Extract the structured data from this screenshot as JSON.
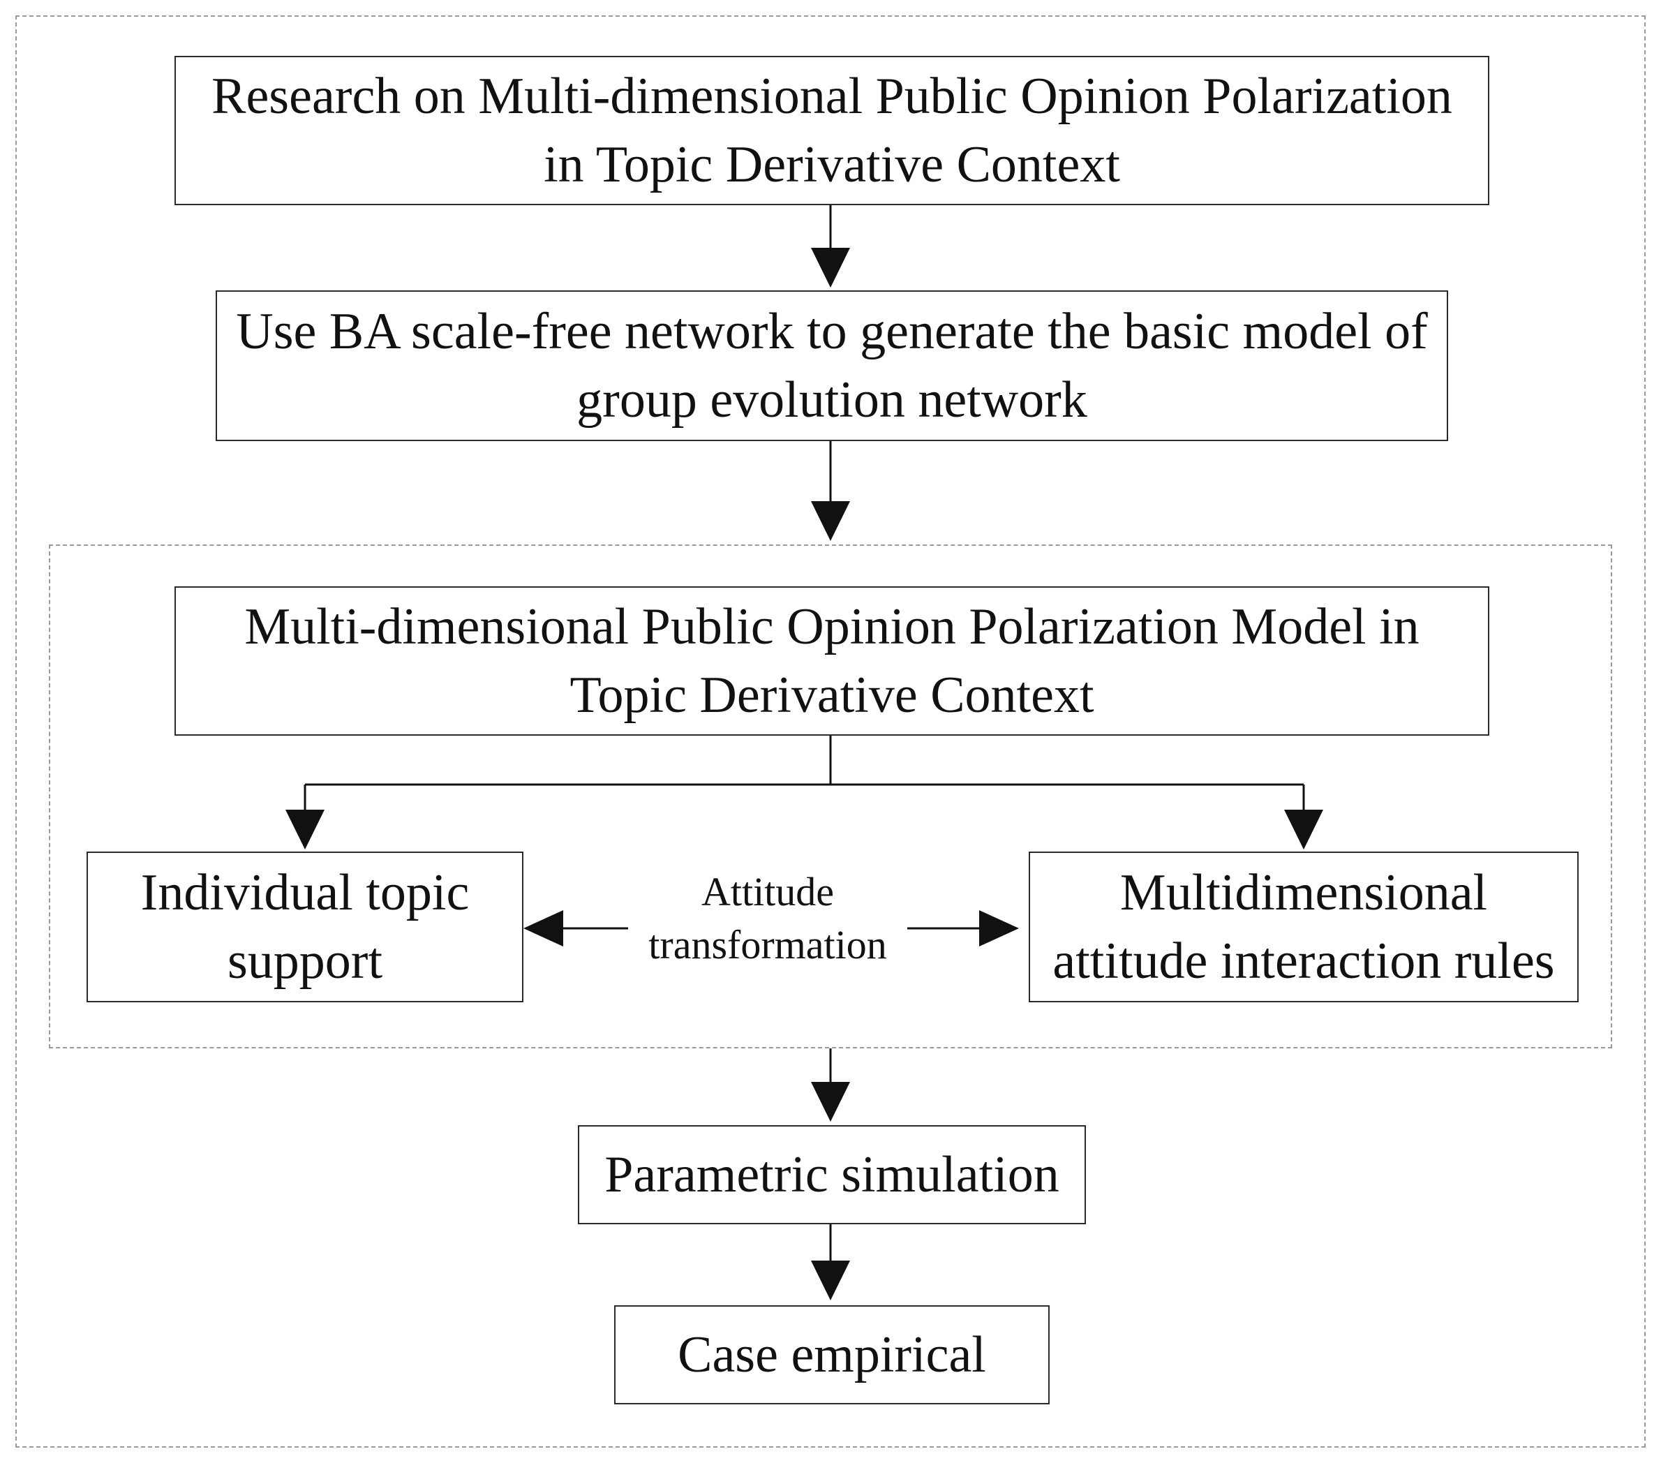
{
  "nodes": {
    "research": "Research on Multi-dimensional Public Opinion Polarization in Topic Derivative Context",
    "ba_network": "Use BA scale-free network to generate the basic model of group evolution network",
    "polarization_model": "Multi-dimensional Public Opinion Polarization Model in Topic Derivative Context",
    "individual_support": "Individual topic support",
    "interaction_rules": "Multidimensional attitude interaction rules",
    "parametric_simulation": "Parametric simulation",
    "case_empirical": "Case empirical"
  },
  "edge_labels": {
    "attitude_transformation": "Attitude transformation"
  },
  "colors": {
    "stroke": "#111111",
    "frame": "#9a9a9a",
    "background": "#ffffff"
  }
}
